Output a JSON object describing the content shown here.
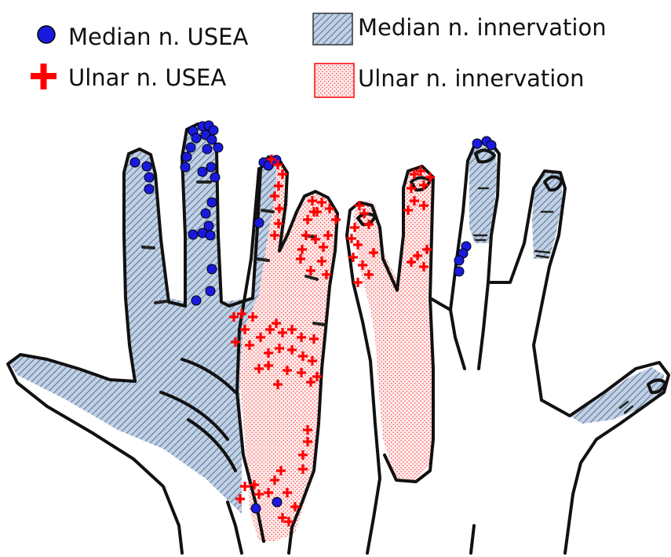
{
  "legend": {
    "median_usea": {
      "label": "Median n. USEA",
      "marker": "blue-circle",
      "color": "#1a1adf"
    },
    "ulnar_usea": {
      "label": "Ulnar n. USEA",
      "marker": "red-plus",
      "color": "#ff0000"
    },
    "median_innervation": {
      "label": "Median n. innervation",
      "fill": "blue-hatch",
      "color": "#6f8fb5"
    },
    "ulnar_innervation": {
      "label": "Ulnar n. innervation",
      "fill": "red-stipple",
      "color": "#ff0000"
    }
  },
  "colors": {
    "outline": "#111111",
    "median_fill": "#b9c9de",
    "ulnar_fill": "#fbe4e4"
  }
}
